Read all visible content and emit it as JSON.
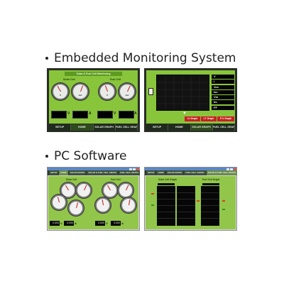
{
  "headings": {
    "embedded": "Embedded Monitoring System",
    "pc": "PC Software"
  },
  "embedded_panel_1": {
    "title": "Solar & Fuel Cell Monitoring",
    "solar_label": "Solar Cell",
    "fuel_label": "Fuel Cell",
    "units": [
      "V",
      "A",
      "V",
      "A"
    ],
    "gauge_units": [
      "V",
      "mA",
      "V",
      "mA"
    ],
    "nav": [
      "SETUP",
      "HOME",
      "SOLAR GRAPH",
      "FUEL CELL GRAPH"
    ],
    "active_nav": "HOME"
  },
  "embedded_panel_2": {
    "legend": [
      "V",
      "I",
      "Voc",
      "Isc",
      "Vm",
      "Im",
      "FF"
    ],
    "tabs": [
      "V-I Graph",
      "I-T Graph",
      "P-V Graph"
    ],
    "nav": [
      "SETUP",
      "HOME",
      "SOLAR GRAPH",
      "FUEL CELL GRAPH"
    ],
    "active_nav": "SOLAR GRAPH"
  },
  "pc_panel_1": {
    "menu": [
      "SETUP",
      "HOME",
      "SOLAR GRAPH",
      "SOLAR & FUEL CELL GRAPH",
      "FUEL CELL GRAPH"
    ],
    "active_menu": "HOME",
    "solar_label": "Solar Cell",
    "fuel_label": "Fuel Cell",
    "readouts": [
      "0.000",
      "0.000",
      "0.000",
      "0.000"
    ],
    "units": [
      "V",
      "A",
      "V",
      "A"
    ]
  },
  "pc_panel_2": {
    "menu": [
      "SETUP",
      "HOME",
      "SOLAR GRAPH",
      "FUEL CELL GRAPH",
      "SOLAR & FUEL CELL GRAPH"
    ],
    "active_menu": "SOLAR & FUEL CELL GRAPH",
    "solar_graph_label": "Solar Cell Graph",
    "fuel_graph_label": "Fuel Cell Graph"
  },
  "colors": {
    "panel_green": "#88c53b",
    "nav_dark": "#1f2b1d",
    "graph_black": "#121212",
    "tab_red": "#c91f24",
    "needle_red": "#c2181a",
    "titlebar_blue": "#5b86c8"
  }
}
